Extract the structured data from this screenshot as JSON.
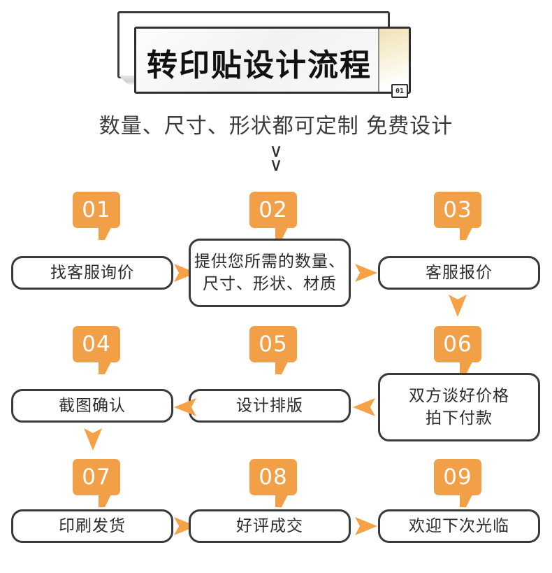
{
  "banner": {
    "title": "转印贴设计流程",
    "corner_badge": "01"
  },
  "subtitle": {
    "text": "数量、尺寸、形状都可定制 免费设计",
    "chevron_1": "∨",
    "chevron_2": "∨"
  },
  "colors": {
    "accent_orange": "#F2A047",
    "arrow_orange": "#F5A247",
    "box_border": "#3a3a3a",
    "text_dark": "#2b2b2b",
    "background": "#ffffff"
  },
  "steps": [
    {
      "number": "01",
      "line1": "找客服询价",
      "line2": ""
    },
    {
      "number": "02",
      "line1": "提供您所需的数量、",
      "line2": "尺寸、形状、材质"
    },
    {
      "number": "03",
      "line1": "客服报价",
      "line2": ""
    },
    {
      "number": "04",
      "line1": "截图确认",
      "line2": ""
    },
    {
      "number": "05",
      "line1": "设计排版",
      "line2": ""
    },
    {
      "number": "06",
      "line1": "双方谈好价格",
      "line2": "拍下付款"
    },
    {
      "number": "07",
      "line1": "印刷发货",
      "line2": ""
    },
    {
      "number": "08",
      "line1": "好评成交",
      "line2": ""
    },
    {
      "number": "09",
      "line1": "欢迎下次光临",
      "line2": ""
    }
  ],
  "connectors": [
    {
      "name": "arrow-01-to-02",
      "direction": "right"
    },
    {
      "name": "arrow-02-to-03",
      "direction": "right"
    },
    {
      "name": "arrow-03-to-06",
      "direction": "down"
    },
    {
      "name": "arrow-06-to-05",
      "direction": "left"
    },
    {
      "name": "arrow-05-to-04",
      "direction": "left"
    },
    {
      "name": "arrow-04-to-07",
      "direction": "down"
    },
    {
      "name": "arrow-07-to-08",
      "direction": "right"
    },
    {
      "name": "arrow-08-to-09",
      "direction": "right"
    }
  ]
}
